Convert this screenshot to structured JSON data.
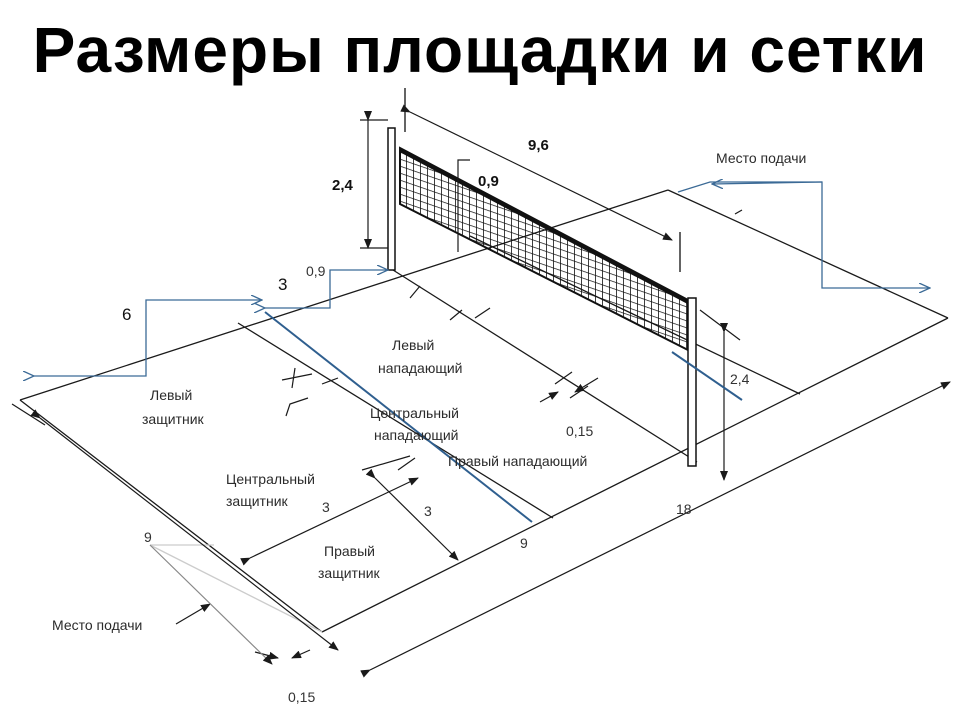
{
  "title": "Размеры площадки и сетки",
  "diagram": {
    "zones": {
      "left_attacker": [
        "Левый",
        "нападающий"
      ],
      "center_attacker": [
        "Центральный",
        "нападающий"
      ],
      "right_attacker": "Правый нападающий",
      "left_defender": [
        "Левый",
        "защитник"
      ],
      "center_defender": [
        "Центральный",
        "защитник"
      ],
      "right_defender": [
        "Правый",
        "защитник"
      ]
    },
    "serve_zone_top": "Место подачи",
    "serve_zone_bottom": "Место подачи",
    "dimensions": {
      "net_length": "9,6",
      "net_height": "2,4",
      "net_width": "0,9",
      "net_height_right": "2,4",
      "antenna_offset": "0,9",
      "line_width_mid": "0,15",
      "line_width_bottom": "0,15",
      "court_length": "18",
      "court_half_width": "9",
      "court_side": "9",
      "attack_zone_1": "3",
      "attack_zone_2": "3"
    },
    "annotations": {
      "six": "6",
      "three": "3"
    },
    "colors": {
      "lines": "#1a1a1a",
      "annotation_arrows": "#3b6a96",
      "blue_line": "#2f5f8f"
    }
  }
}
